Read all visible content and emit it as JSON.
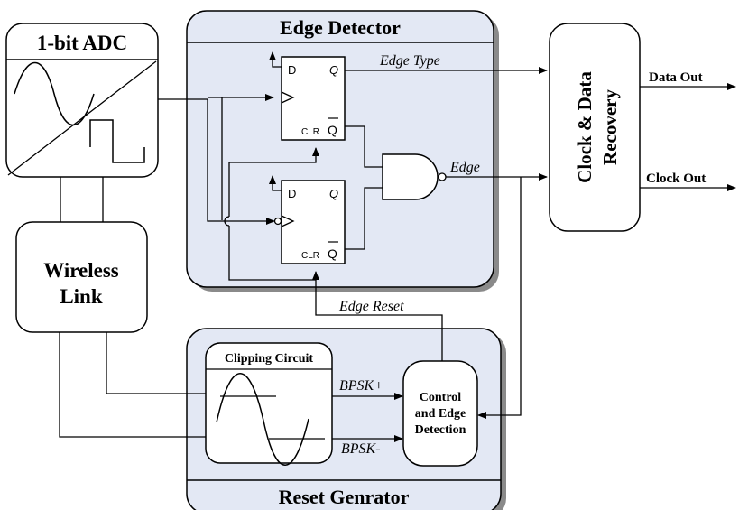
{
  "adc": {
    "title": "1-bit ADC"
  },
  "wireless": {
    "line1": "Wireless",
    "line2": "Link"
  },
  "edge_detector": {
    "title": "Edge Detector",
    "ff_top": {
      "d": "D",
      "q": "Q",
      "clr": "CLR",
      "qbar": "Q"
    },
    "ff_bottom": {
      "d": "D",
      "q": "Q",
      "clr": "CLR",
      "qbar": "Q"
    }
  },
  "signals": {
    "edge_type": "Edge Type",
    "edge": "Edge",
    "edge_reset": "Edge Reset",
    "bpsk_plus": "BPSK+",
    "bpsk_minus": "BPSK-"
  },
  "cdr": {
    "line1": "Clock & Data",
    "line2": "Recovery"
  },
  "outputs": {
    "data_out": "Data Out",
    "clock_out": "Clock Out"
  },
  "reset_generator": {
    "title": "Reset Genrator",
    "clipping": "Clipping Circuit",
    "control_line1": "Control",
    "control_line2": "and Edge",
    "control_line3": "Detection"
  },
  "colors": {
    "block_fill": "#e3e8f4",
    "shadow": "#8a8a8a",
    "stroke": "#000000",
    "background": "#ffffff"
  }
}
